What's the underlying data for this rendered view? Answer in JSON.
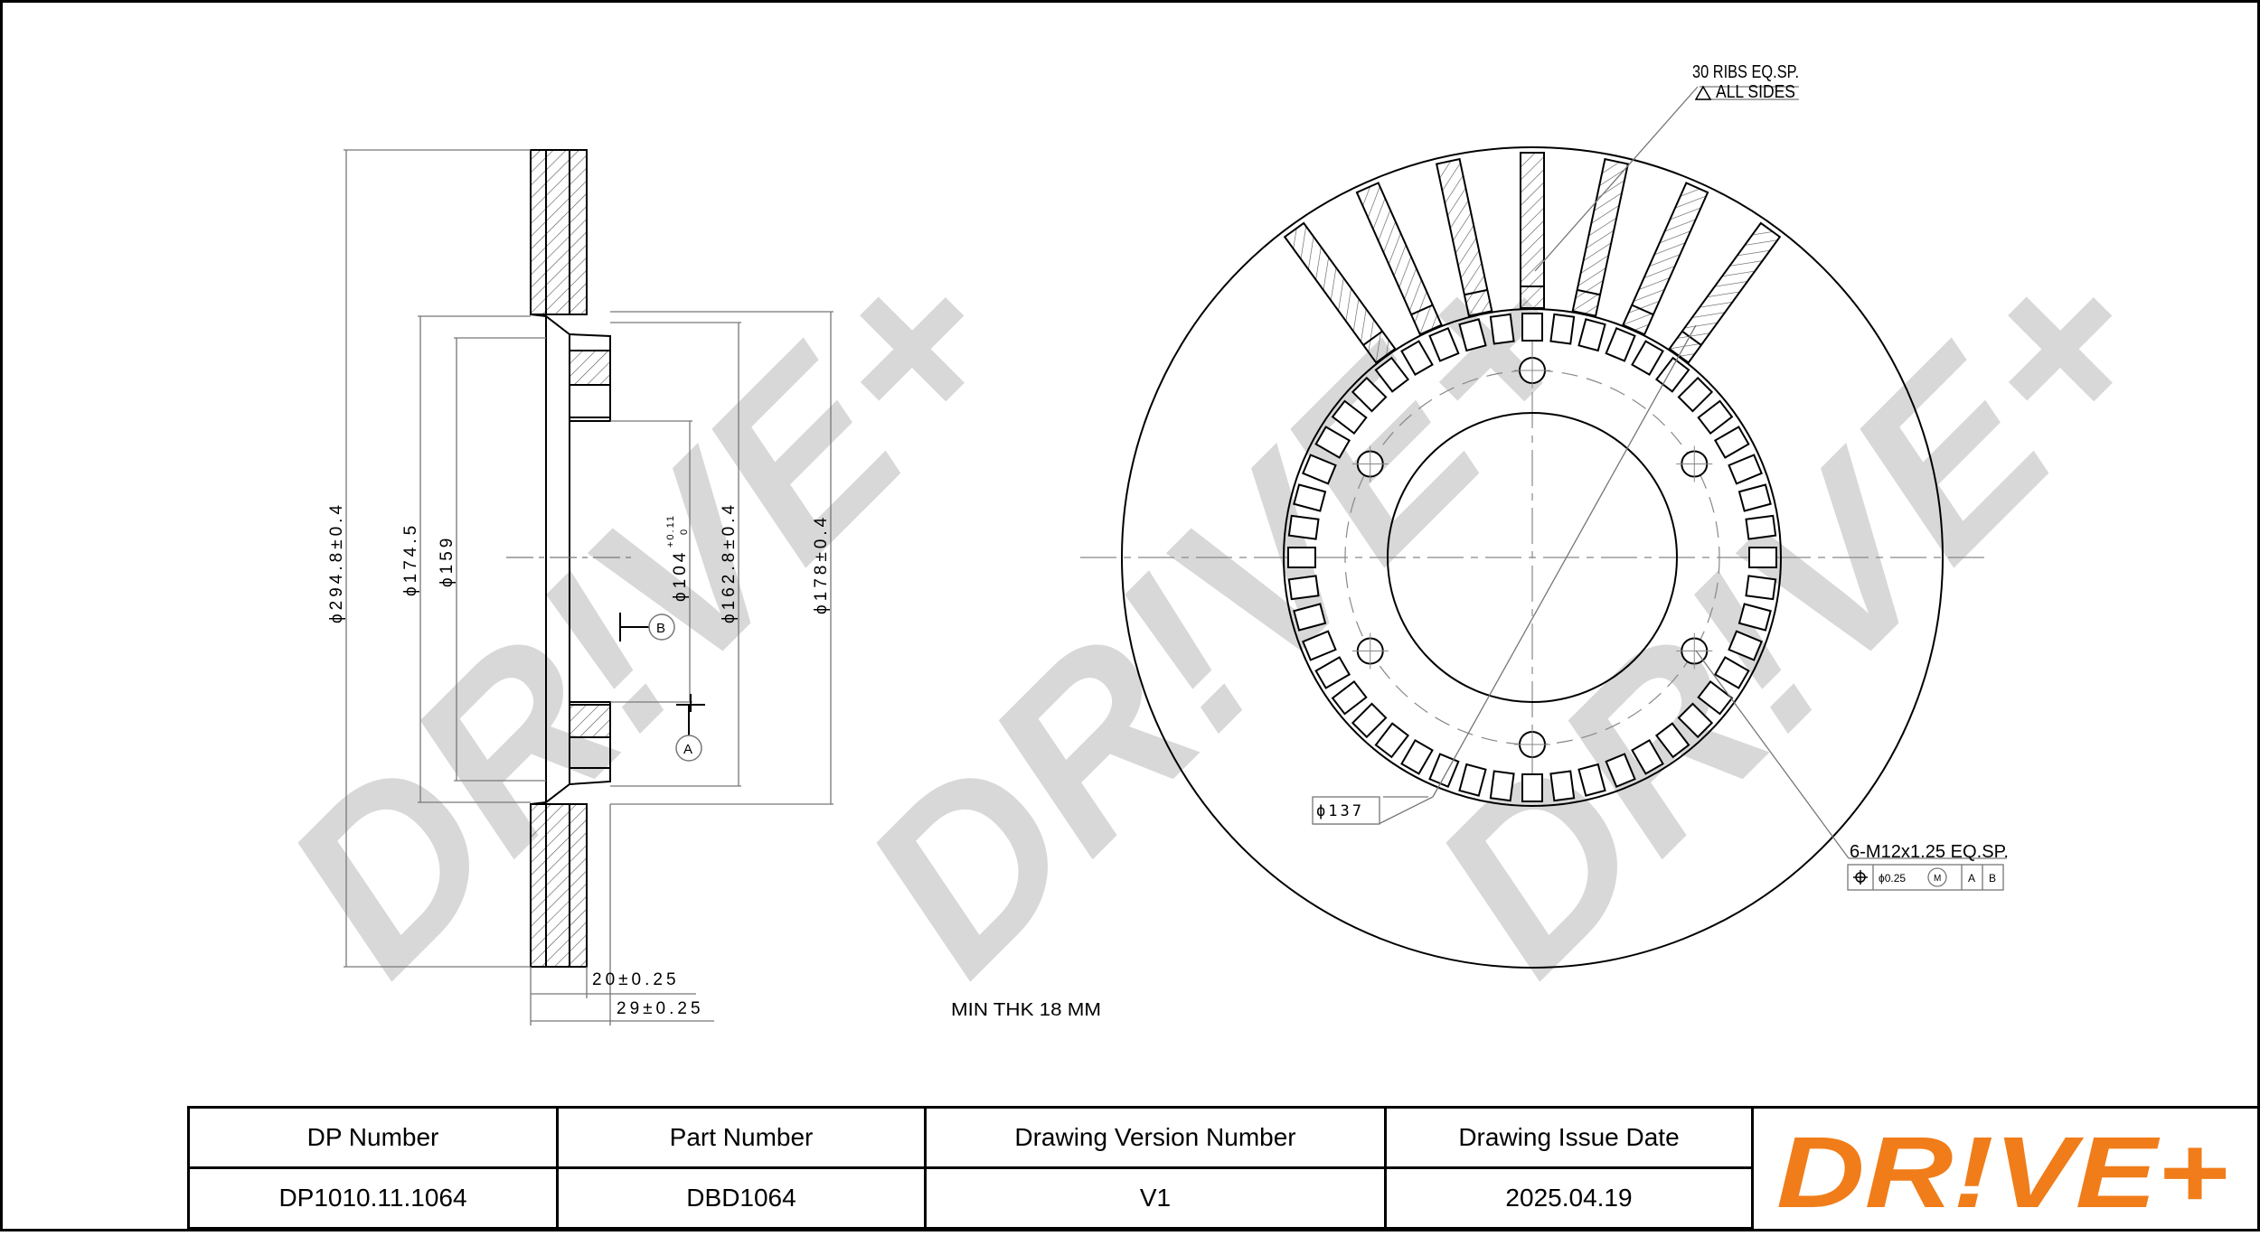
{
  "watermark": {
    "text": "DR!VE+",
    "color": "#d8d8d8"
  },
  "side_view": {
    "dimensions": {
      "outer_diameter": "ϕ294.8±0.4",
      "d_174": "ϕ174.5",
      "d_159": "ϕ159",
      "bore": "ϕ104",
      "bore_tol_upper": "+0.11",
      "bore_tol_lower": "0",
      "d_162": "ϕ162.8±0.4",
      "d_178": "ϕ178±0.4",
      "thickness": "20±0.25",
      "total_height": "29±0.25"
    },
    "datums": {
      "a": "A",
      "b": "B"
    }
  },
  "front_view": {
    "ribs_note_line1": "30 RIBS EQ.SP.",
    "ribs_note_line2": "ALL SIDES",
    "pcd": "ϕ137",
    "thread_note": "6-M12x1.25 EQ.SP.",
    "tolerance_frame": {
      "value": "ϕ0.25",
      "modifier": "M",
      "datum1": "A",
      "datum2": "B"
    }
  },
  "min_thickness": "MIN THK 18 MM",
  "title_block": {
    "headers": [
      "DP Number",
      "Part Number",
      "Drawing Version Number",
      "Drawing Issue Date"
    ],
    "values": [
      "DP1010.11.1064",
      "DBD1064",
      "V1",
      "2025.04.19"
    ]
  },
  "logo": {
    "text": "DR!VE+",
    "color": "#f07d1a"
  }
}
